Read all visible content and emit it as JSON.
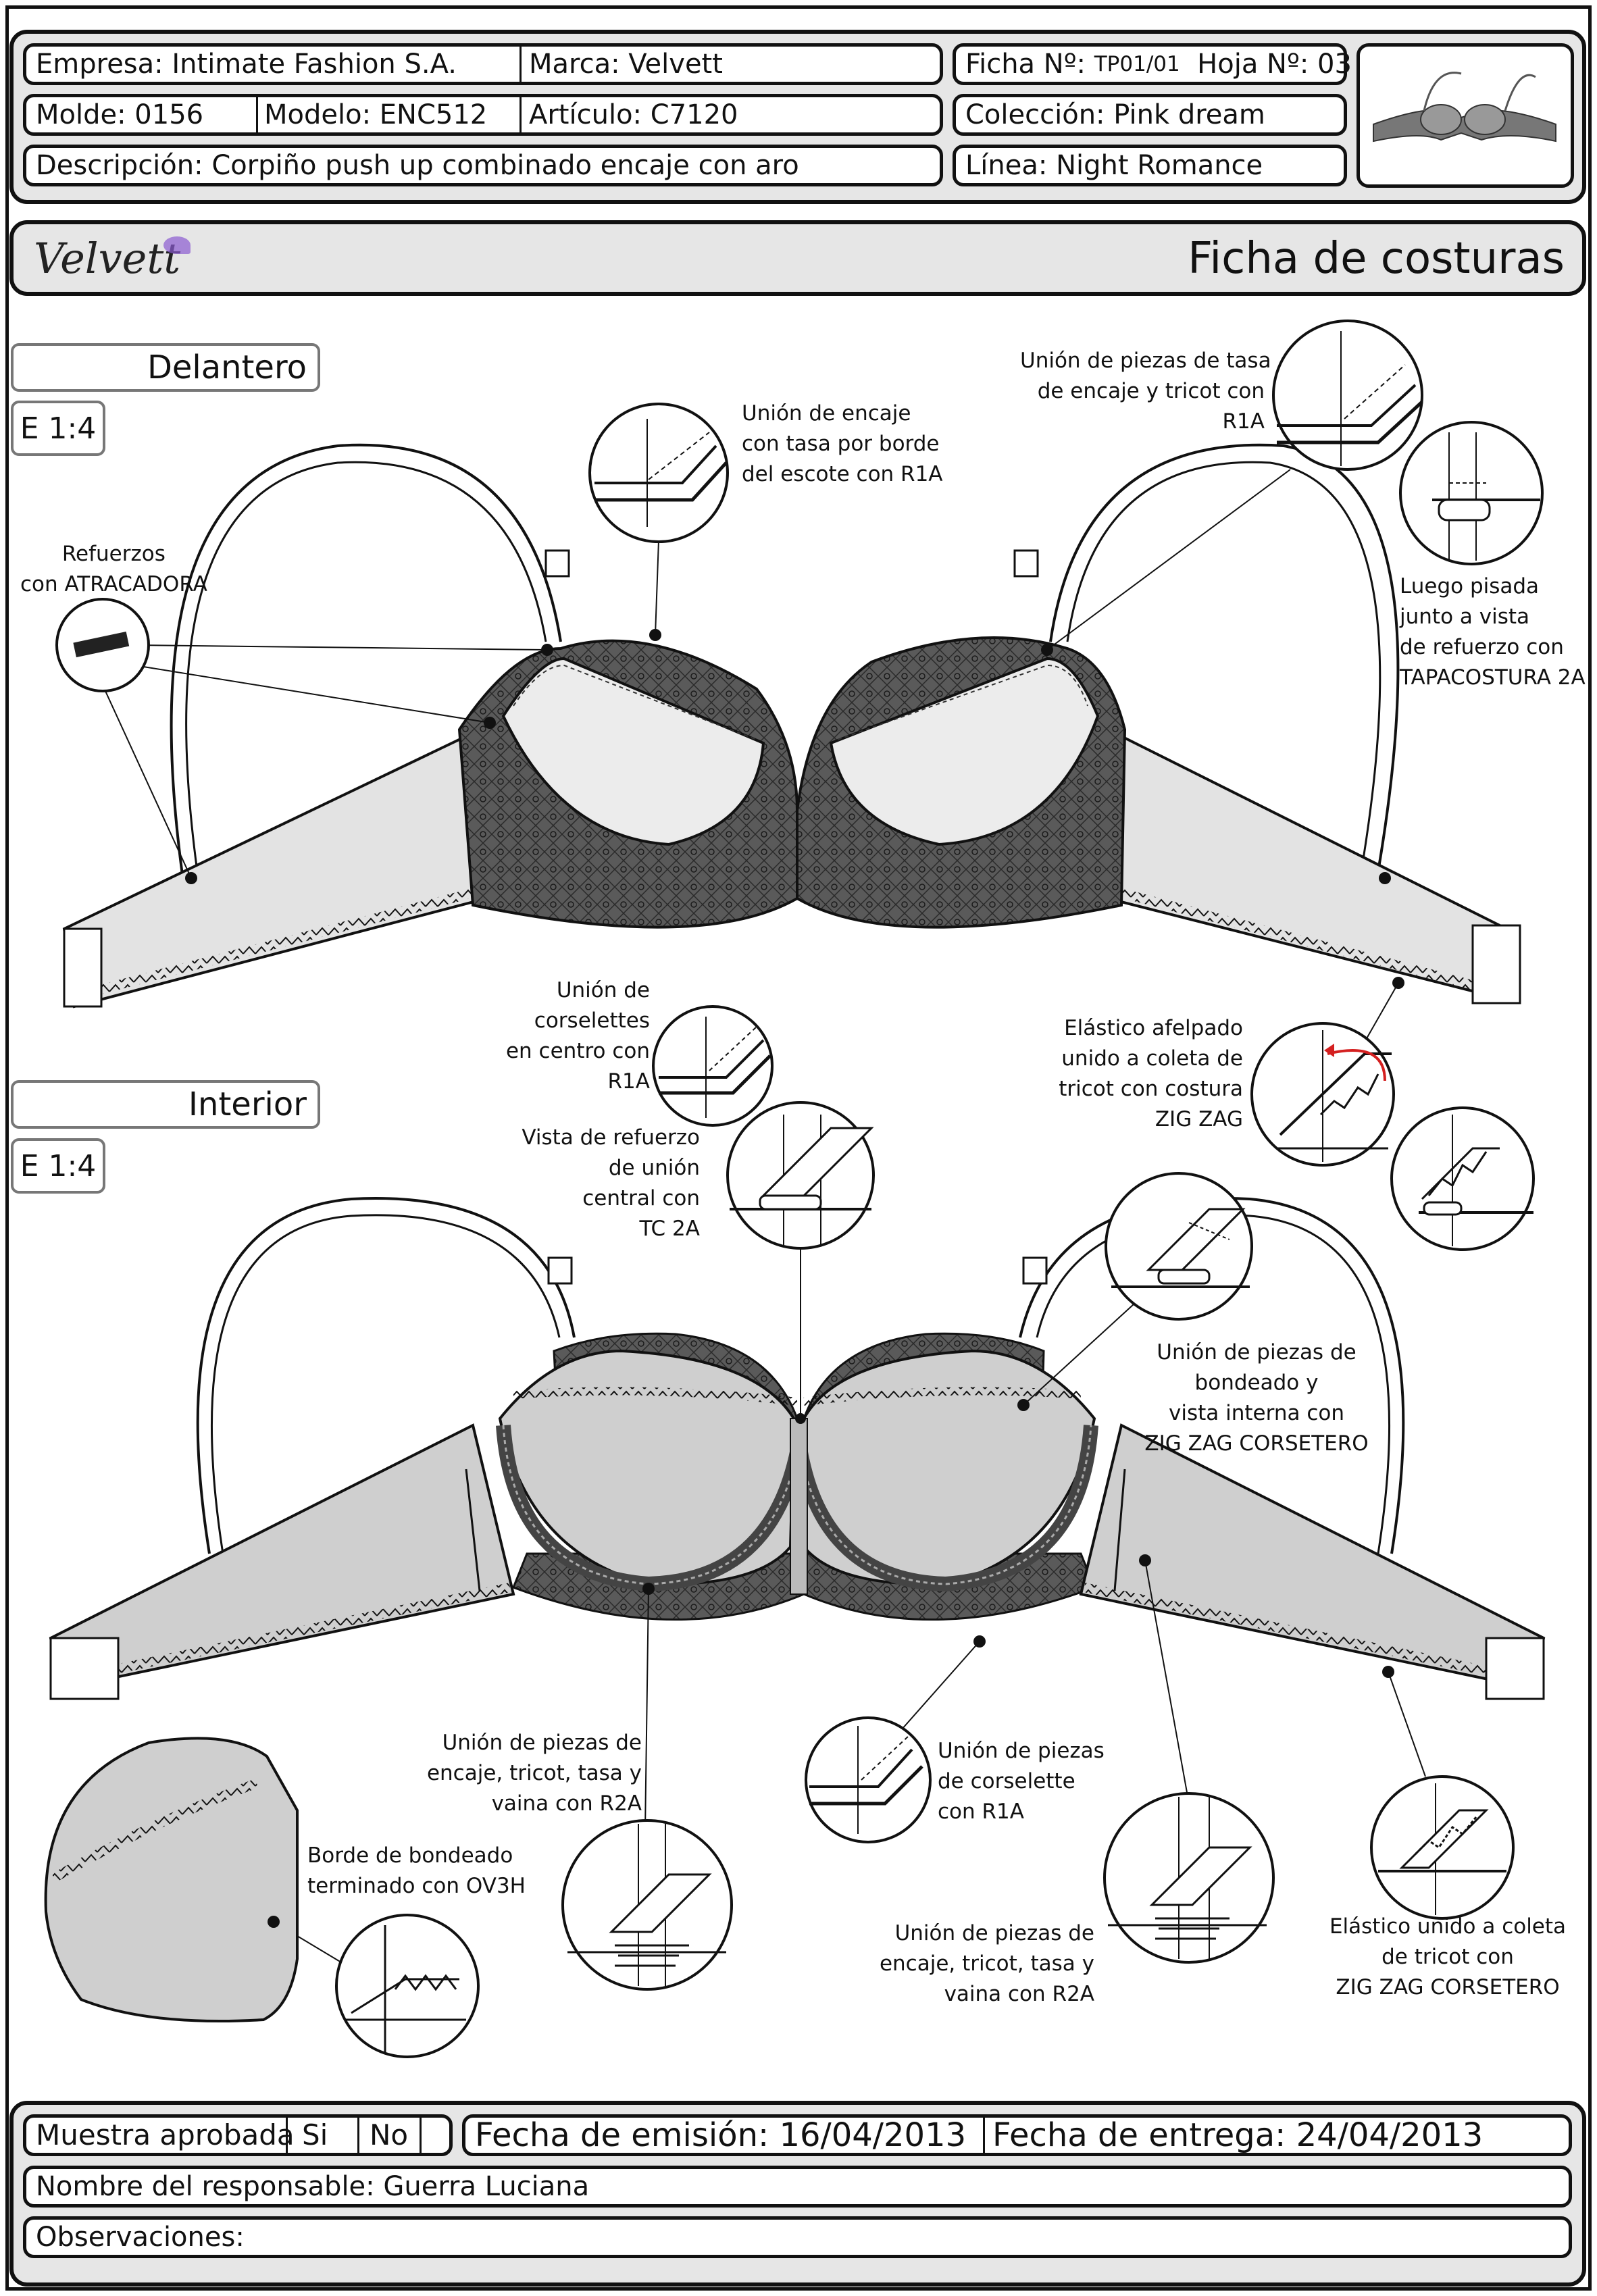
{
  "header": {
    "empresa": {
      "label": "Empresa:",
      "value": "Intimate Fashion S.A."
    },
    "marca": {
      "label": "Marca:",
      "value": "Velvett"
    },
    "ficha": {
      "label": "Ficha Nº:",
      "value": "TP01/01"
    },
    "hoja": {
      "label": "Hoja Nº:",
      "value": "03"
    },
    "molde": {
      "label": "Molde:",
      "value": "0156"
    },
    "modelo": {
      "label": "Modelo:",
      "value": "ENC512"
    },
    "articulo": {
      "label": "Artículo:",
      "value": "C7120"
    },
    "coleccion": {
      "label": "Colección:",
      "value": "Pink dream"
    },
    "descripcion": {
      "label": "Descripción:",
      "value": "Corpiño push up combinado encaje con aro"
    },
    "linea": {
      "label": "Línea:",
      "value": "Night Romance"
    }
  },
  "title_bar": {
    "logo": "Velvett",
    "title": "Ficha de costuras"
  },
  "front_view": {
    "tab": "Delantero",
    "scale": "E 1:4",
    "annotations": {
      "refuerzos": [
        "Refuerzos",
        "con ATRACADORA"
      ],
      "union_encaje": [
        "Unión de encaje",
        "con tasa por borde",
        "del escote con R1A"
      ],
      "union_tasa": [
        "Unión de piezas de tasa",
        "de encaje y tricot con",
        "R1A"
      ],
      "luego_pisada": [
        "Luego pisada",
        "junto a vista",
        "de refuerzo con",
        "TAPACOSTURA 2A"
      ],
      "union_corselettes": [
        "Unión de",
        "corselettes",
        "en centro con",
        "R1A"
      ],
      "elastico_afelpado": [
        "Elástico afelpado",
        "unido a coleta de",
        "tricot con costura",
        "ZIG ZAG"
      ]
    }
  },
  "interior_view": {
    "tab": "Interior",
    "scale": "E 1:4",
    "annotations": {
      "vista_refuerzo": [
        "Vista de refuerzo",
        "de unión",
        "central con",
        "TC 2A"
      ],
      "union_bondeado": [
        "Unión de piezas de",
        "bondeado y",
        "vista interna con",
        "ZIG ZAG CORSETERO"
      ],
      "union_encaje_r2a_left": [
        "Unión de piezas de",
        "encaje, tricot, tasa y",
        "vaina con R2A"
      ],
      "union_corselette": [
        "Unión de piezas",
        "de corselette",
        "con R1A"
      ],
      "borde_bondeado": [
        "Borde de bondeado",
        "terminado con OV3H"
      ],
      "union_encaje_r2a_right": [
        "Unión de piezas de",
        "encaje, tricot, tasa y",
        "vaina con R2A"
      ],
      "elastico_unido": [
        "Elástico unido a coleta",
        "de tricot con",
        "ZIG ZAG CORSETERO"
      ]
    }
  },
  "footer": {
    "muestra": "Muestra aprobada",
    "si": "Si",
    "no": "No",
    "fecha_emision": {
      "label": "Fecha de emisión:",
      "value": "16/04/2013"
    },
    "fecha_entrega": {
      "label": "Fecha de entrega:",
      "value": "24/04/2013"
    },
    "responsable": {
      "label": "Nombre del responsable:",
      "value": "Guerra Luciana"
    },
    "observaciones": {
      "label": "Observaciones:",
      "value": ""
    }
  },
  "colors": {
    "panel": "#e6e6e6",
    "lace": "#555555",
    "fabric": "#d4d4d4",
    "accent_red": "#d42020",
    "logo_purple": "#8a5ad0"
  }
}
